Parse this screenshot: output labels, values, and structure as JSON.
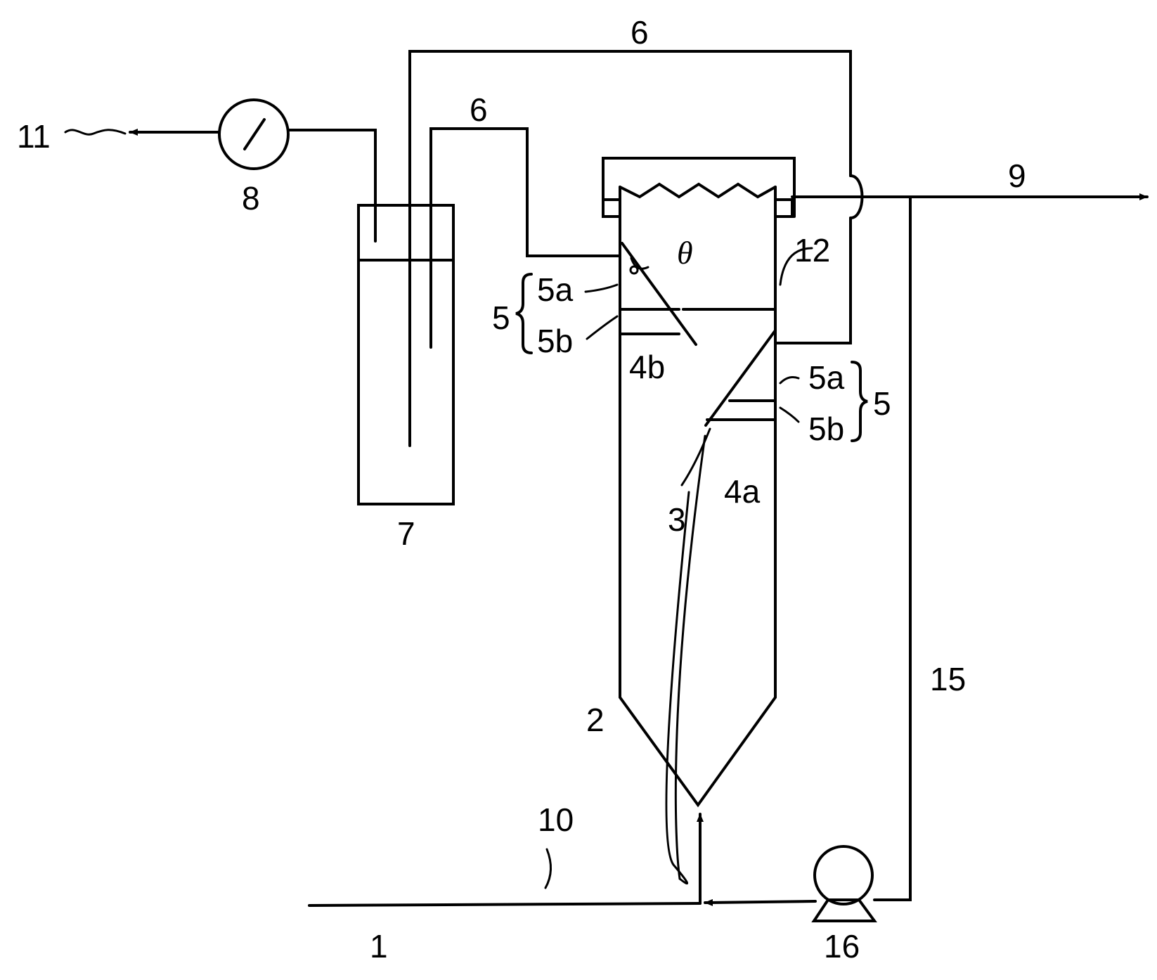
{
  "labels": {
    "l1": "1",
    "l2": "2",
    "l3": "3",
    "l4a": "4a",
    "l4b": "4b",
    "l5_left": "5",
    "l5_right": "5",
    "l5a_left": "5a",
    "l5b_left": "5b",
    "l5a_right": "5a",
    "l5b_right": "5b",
    "l6_top": "6",
    "l6_mid": "6",
    "l7": "7",
    "l8": "8",
    "l9": "9",
    "l10": "10",
    "l11": "11",
    "l12": "12",
    "l15": "15",
    "l16": "16",
    "theta": "θ"
  }
}
